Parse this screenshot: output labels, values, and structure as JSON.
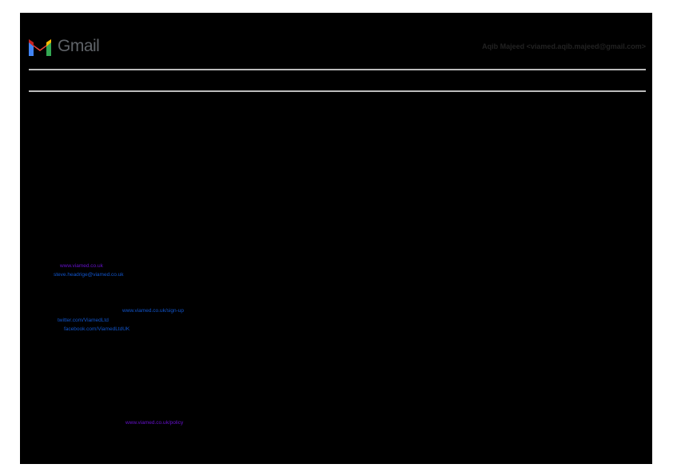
{
  "header": {
    "app_name": "Gmail",
    "sender": "Aqib Majeed <viamed.aqib.majeed@gmail.com>"
  },
  "body_links": {
    "website": "www.viamed.co.uk",
    "email": "steve.headrige@viamed.co.uk",
    "signup": "www.viamed.co.uk/sign-up",
    "twitter": "twitter.com/ViamedLtd",
    "facebook": "facebook.com/ViamedLtdUK",
    "policy": "www.viamed.co.uk/policy"
  },
  "colors": {
    "visited_link": "#6611cc",
    "link": "#1155cc"
  }
}
